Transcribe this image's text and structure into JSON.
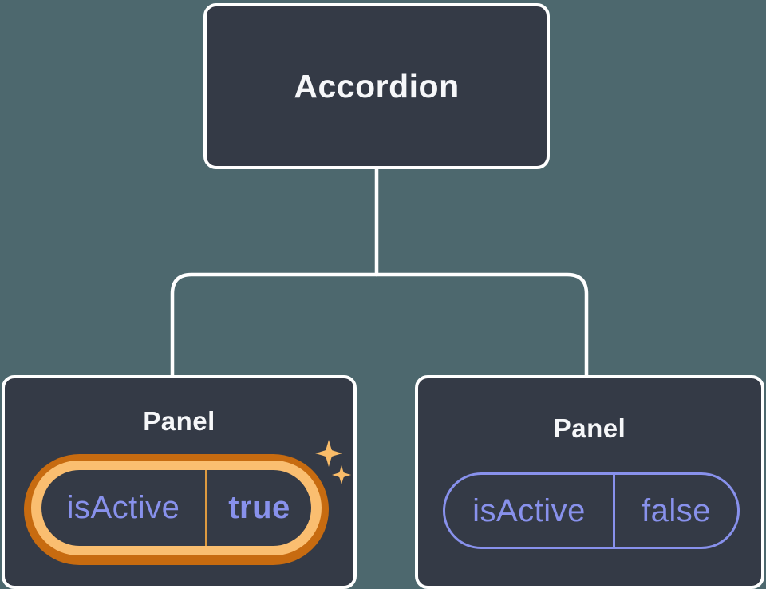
{
  "diagram": {
    "root": {
      "label": "Accordion"
    },
    "panels": [
      {
        "title": "Panel",
        "state_key": "isActive",
        "state_value": "true",
        "highlighted": true
      },
      {
        "title": "Panel",
        "state_key": "isActive",
        "state_value": "false",
        "highlighted": false
      }
    ]
  },
  "colors": {
    "background": "#4d686e",
    "node_fill": "#343a46",
    "node_border": "#ffffff",
    "text_primary": "#f6f7f9",
    "state_purple": "#8891ec",
    "highlight_ring_outer": "#c76b10",
    "highlight_ring_inner": "#fabe70",
    "highlight_divider": "#dd9a40",
    "sparkle": "#f9bc69"
  },
  "icons": {
    "sparkles": "two four-point stars marking updated state"
  }
}
